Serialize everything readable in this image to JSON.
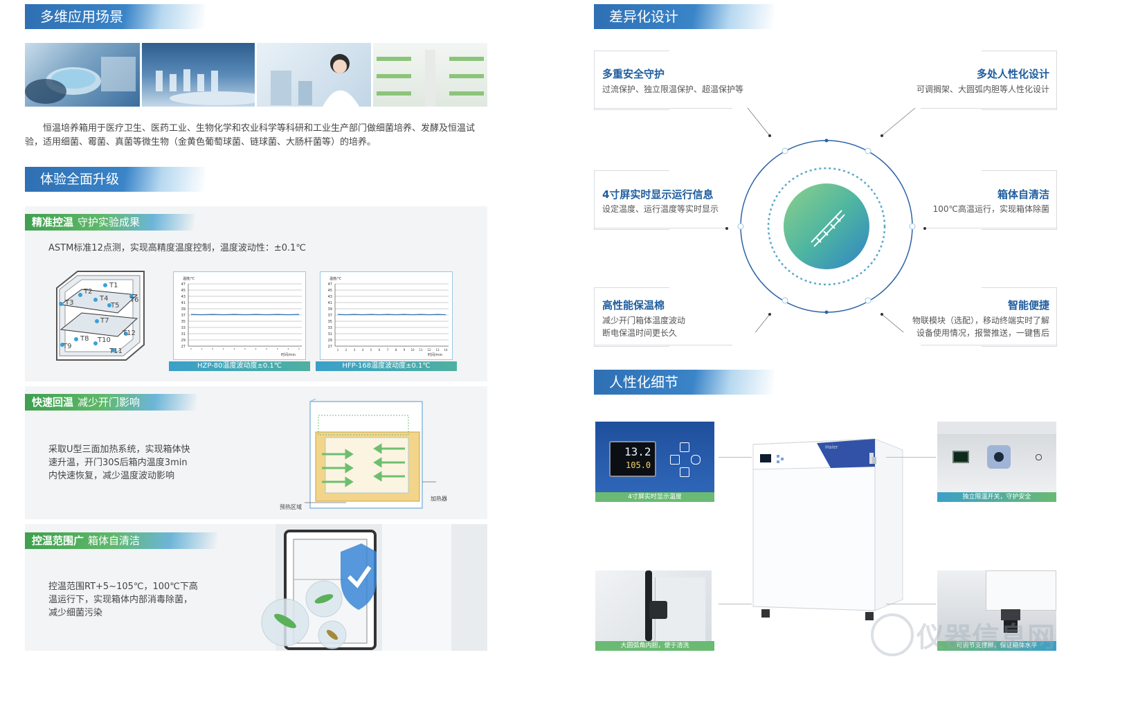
{
  "sections": {
    "scenarios": "多维应用场景",
    "upgrade": "体验全面升级",
    "design": "差异化设计",
    "detail": "人性化细节"
  },
  "scenario_text": "恒温培养箱用于医疗卫生、医药工业、生物化学和农业科学等科研和工业生产部门做细菌培养、发酵及恒温试验，适用细菌、霉菌、真菌等微生物（金黄色葡萄球菌、链球菌、大肠杆菌等）的培养。",
  "precise": {
    "bold": "精准控温",
    "rest": "守护实验成果",
    "desc": "ASTM标准12点测，实现高精度温度控制，温度波动性：±0.1℃",
    "points": [
      "T1",
      "T2",
      "T3",
      "T4",
      "T5",
      "T6",
      "T7",
      "T8",
      "T9",
      "T10",
      "T11",
      "T12"
    ]
  },
  "chart_data": [
    {
      "type": "line",
      "ylabel": "温度/℃",
      "xlabel": "时间/min",
      "y_ticks": [
        27,
        29,
        31,
        33,
        35,
        37,
        39,
        41,
        43,
        45,
        47
      ],
      "series": [
        {
          "values": [
            37.2,
            37.1,
            37.2,
            37.1,
            37.2,
            37.1,
            37.2,
            37.1,
            37.2,
            37.1,
            37.2
          ]
        }
      ],
      "ylim": [
        27,
        47
      ],
      "caption": "HZP-80温度波动度±0.1℃"
    },
    {
      "type": "line",
      "ylabel": "温度/℃",
      "xlabel": "时间/min",
      "y_ticks": [
        27,
        29,
        31,
        33,
        35,
        37,
        39,
        41,
        43,
        45,
        47
      ],
      "x_ticks": [
        "1",
        "2",
        "3",
        "4",
        "5",
        "6",
        "7",
        "8",
        "9",
        "10",
        "11",
        "12",
        "13",
        "14"
      ],
      "series": [
        {
          "values": [
            37.2,
            37.1,
            37.2,
            37.1,
            37.2,
            37.1,
            37.2,
            37.1,
            37.2,
            37.1,
            37.2,
            37.1,
            37.2,
            37.1
          ]
        }
      ],
      "ylim": [
        27,
        47
      ],
      "caption": "HFP-168温度波动度±0.1℃"
    }
  ],
  "fast": {
    "bold": "快速回温",
    "rest": "减少开门影响",
    "lines": [
      "采取U型三面加热系统，实现箱体快",
      "速升温，开门30S后箱内温度3min",
      "内快速恢复，减少温度波动影响"
    ],
    "label_preheat": "预热区域",
    "label_heater": "加热器"
  },
  "range": {
    "bold": "控温范围广",
    "rest": "箱体自清洁",
    "lines": [
      "控温范围RT+5~105℃，100℃下高",
      "温运行下，实现箱体内部消毒除菌，",
      "减少细菌污染"
    ]
  },
  "features": [
    {
      "title": "多重安全守护",
      "desc": [
        "过流保护、独立限温保护、超温保护等"
      ]
    },
    {
      "title": "多处人性化设计",
      "desc": [
        "可调搁架、大圆弧内胆等人性化设计"
      ]
    },
    {
      "title": "4寸屏实时显示运行信息",
      "desc": [
        "设定温度、运行温度等实时显示"
      ]
    },
    {
      "title": "箱体自清洁",
      "desc": [
        "100℃高温运行，实现箱体除菌"
      ]
    },
    {
      "title": "高性能保温棉",
      "desc": [
        "减少开门箱体温度波动",
        "断电保温时间更长久"
      ]
    },
    {
      "title": "智能便捷",
      "desc": [
        "物联模块（选配），移动终端实时了解",
        "设备使用情况，报警推送，一键售后"
      ]
    }
  ],
  "details": {
    "screen_cap": "4寸屏实时显示温度",
    "switch_cap": "独立限温开关，守护安全",
    "liner_cap": "大圆弧角内胆，便于清洗",
    "feet_cap": "可调节支撑脚，保证箱体水平",
    "display_top": "13.2",
    "display_bottom": "105.0",
    "brand": "Haier"
  },
  "watermark": "仪器信息网",
  "colors": {
    "blue": "#2f6fb3",
    "green": "#5fb86a",
    "title_blue": "#1f5d9e"
  }
}
